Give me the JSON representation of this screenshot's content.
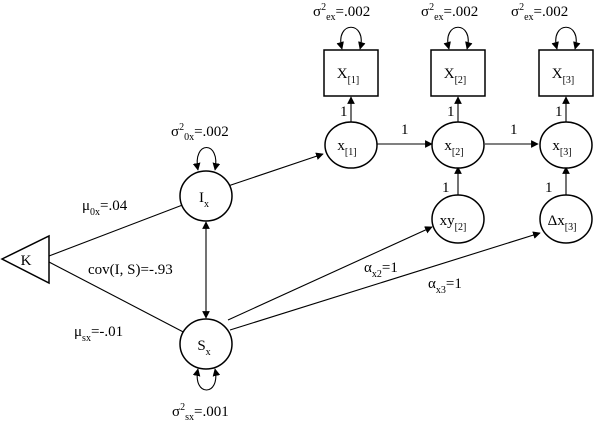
{
  "nodes": {
    "K": {
      "base": "K",
      "sub": ""
    },
    "Ix": {
      "base": "I",
      "sub": "x"
    },
    "Sx": {
      "base": "S",
      "sub": "x"
    },
    "x1": {
      "base": "x",
      "sub": "[1]"
    },
    "x2": {
      "base": "x",
      "sub": "[2]"
    },
    "x3": {
      "base": "x",
      "sub": "[3]"
    },
    "X1": {
      "base": "X",
      "sub": "[1]"
    },
    "X2": {
      "base": "X",
      "sub": "[2]"
    },
    "X3": {
      "base": "X",
      "sub": "[3]"
    },
    "xy2": {
      "base": "xy",
      "sub": "[2]"
    },
    "dx3": {
      "base": "Δx",
      "sub": "[3]"
    }
  },
  "labels": {
    "sigma_ex": {
      "pre": "σ",
      "sup": "2",
      "sub": "ex",
      "post": "=.002"
    },
    "sigma_0x": {
      "pre": "σ",
      "sup": "2",
      "sub": "0x",
      "post": "=.002"
    },
    "sigma_sx": {
      "pre": "σ",
      "sup": "2",
      "sub": "sx",
      "post": "=.001"
    },
    "mu_0x": {
      "pre": "μ",
      "sub": "0x",
      "post": "=.04"
    },
    "mu_sx": {
      "pre": "μ",
      "sub": "sx",
      "post": "=-.01"
    },
    "cov": "cov(I, S)=-.93",
    "alpha_x2": {
      "pre": "α",
      "sub": "x2",
      "post": "=1"
    },
    "alpha_x3": {
      "pre": "α",
      "sub": "x3",
      "post": "=1"
    },
    "one": "1"
  }
}
